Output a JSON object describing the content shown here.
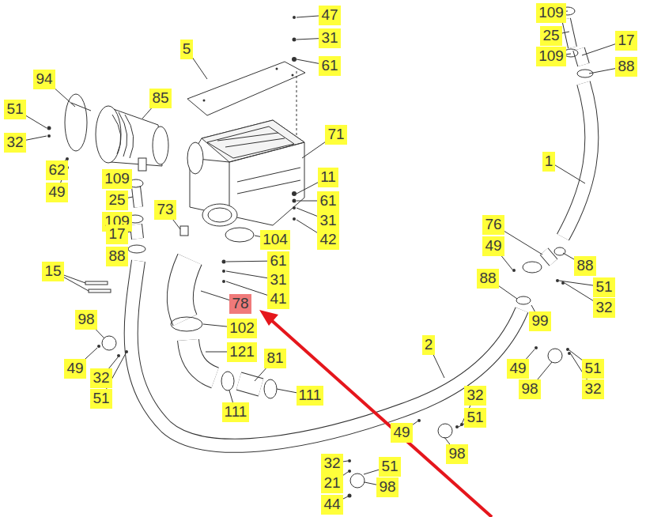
{
  "diagram": {
    "nodes": [
      {
        "text": [
          "109"
        ]
      },
      {
        "text": [
          "47"
        ]
      },
      {
        "text": [
          "25"
        ]
      },
      {
        "text": [
          "31"
        ]
      },
      {
        "text": [
          "17"
        ]
      },
      {
        "text": [
          "109"
        ]
      },
      {
        "text": [
          "5"
        ]
      },
      {
        "text": [
          "61"
        ]
      },
      {
        "text": [
          "88"
        ]
      },
      {
        "text": [
          "94"
        ]
      },
      {
        "text": [
          "85"
        ]
      },
      {
        "text": [
          "51"
        ]
      },
      {
        "text": [
          "71"
        ]
      },
      {
        "text": [
          "32"
        ]
      },
      {
        "text": [
          "1"
        ]
      },
      {
        "text": [
          "62"
        ]
      },
      {
        "text": [
          "109"
        ]
      },
      {
        "text": [
          "11"
        ]
      },
      {
        "text": [
          "49"
        ]
      },
      {
        "text": [
          "61"
        ]
      },
      {
        "text": [
          "25"
        ]
      },
      {
        "text": [
          "73"
        ]
      },
      {
        "text": [
          "31"
        ]
      },
      {
        "text": [
          "109"
        ]
      },
      {
        "text": [
          "76"
        ]
      },
      {
        "text": [
          "17"
        ]
      },
      {
        "text": [
          "42"
        ]
      },
      {
        "text": [
          "49"
        ]
      },
      {
        "text": [
          "104"
        ]
      },
      {
        "text": [
          "88"
        ]
      },
      {
        "text": [
          "88"
        ]
      },
      {
        "text": [
          "61"
        ]
      },
      {
        "text": [
          "15"
        ]
      },
      {
        "text": [
          "88"
        ]
      },
      {
        "text": [
          "31"
        ]
      },
      {
        "text": [
          "51"
        ]
      },
      {
        "text": [
          "41"
        ]
      },
      {
        "text": [
          "78"
        ]
      },
      {
        "text": [
          "32"
        ]
      },
      {
        "text": [
          "98"
        ]
      },
      {
        "text": [
          "99"
        ]
      },
      {
        "text": [
          "102"
        ]
      },
      {
        "text": [
          "121"
        ]
      },
      {
        "text": [
          "2"
        ]
      },
      {
        "text": [
          "81"
        ]
      },
      {
        "text": [
          "49"
        ]
      },
      {
        "text": [
          "49"
        ]
      },
      {
        "text": [
          "51"
        ]
      },
      {
        "text": [
          "32"
        ]
      },
      {
        "text": [
          "98"
        ]
      },
      {
        "text": [
          "32"
        ]
      },
      {
        "text": [
          "111"
        ]
      },
      {
        "text": [
          "32"
        ]
      },
      {
        "text": [
          "51"
        ]
      },
      {
        "text": [
          "111"
        ]
      },
      {
        "text": [
          "51"
        ]
      },
      {
        "text": [
          "49"
        ]
      },
      {
        "text": [
          "98"
        ]
      },
      {
        "text": [
          "32"
        ]
      },
      {
        "text": [
          "51"
        ]
      },
      {
        "text": [
          "21"
        ]
      },
      {
        "text": [
          "98"
        ]
      },
      {
        "text": [
          "44"
        ]
      }
    ]
  }
}
